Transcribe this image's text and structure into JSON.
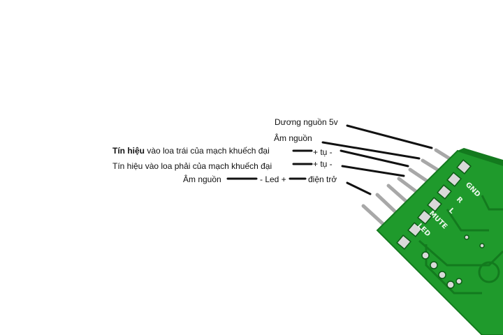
{
  "labels": {
    "vcc": "Dương nguồn 5v",
    "gnd1": "Âm nguồn",
    "left_prefix": "Tín hiệu",
    "left_text": " vào loa trái của mạch khuếch đại",
    "left_cap": "+ tụ -",
    "right_text": "Tín hiệu vào loa phải của mạch khuếch đại",
    "right_cap": "+ tụ -",
    "gnd2": "Âm nguồn",
    "led": "- Led +",
    "resistor": "điện trở"
  },
  "silkscreen": {
    "gnd": "GND",
    "r": "R",
    "l": "L",
    "mute": "MUTE",
    "led": "LED"
  },
  "colors": {
    "board": "#1f9a2c",
    "board_dark": "#137a1e",
    "pin": "#b9b9b9",
    "line": "#111111"
  }
}
